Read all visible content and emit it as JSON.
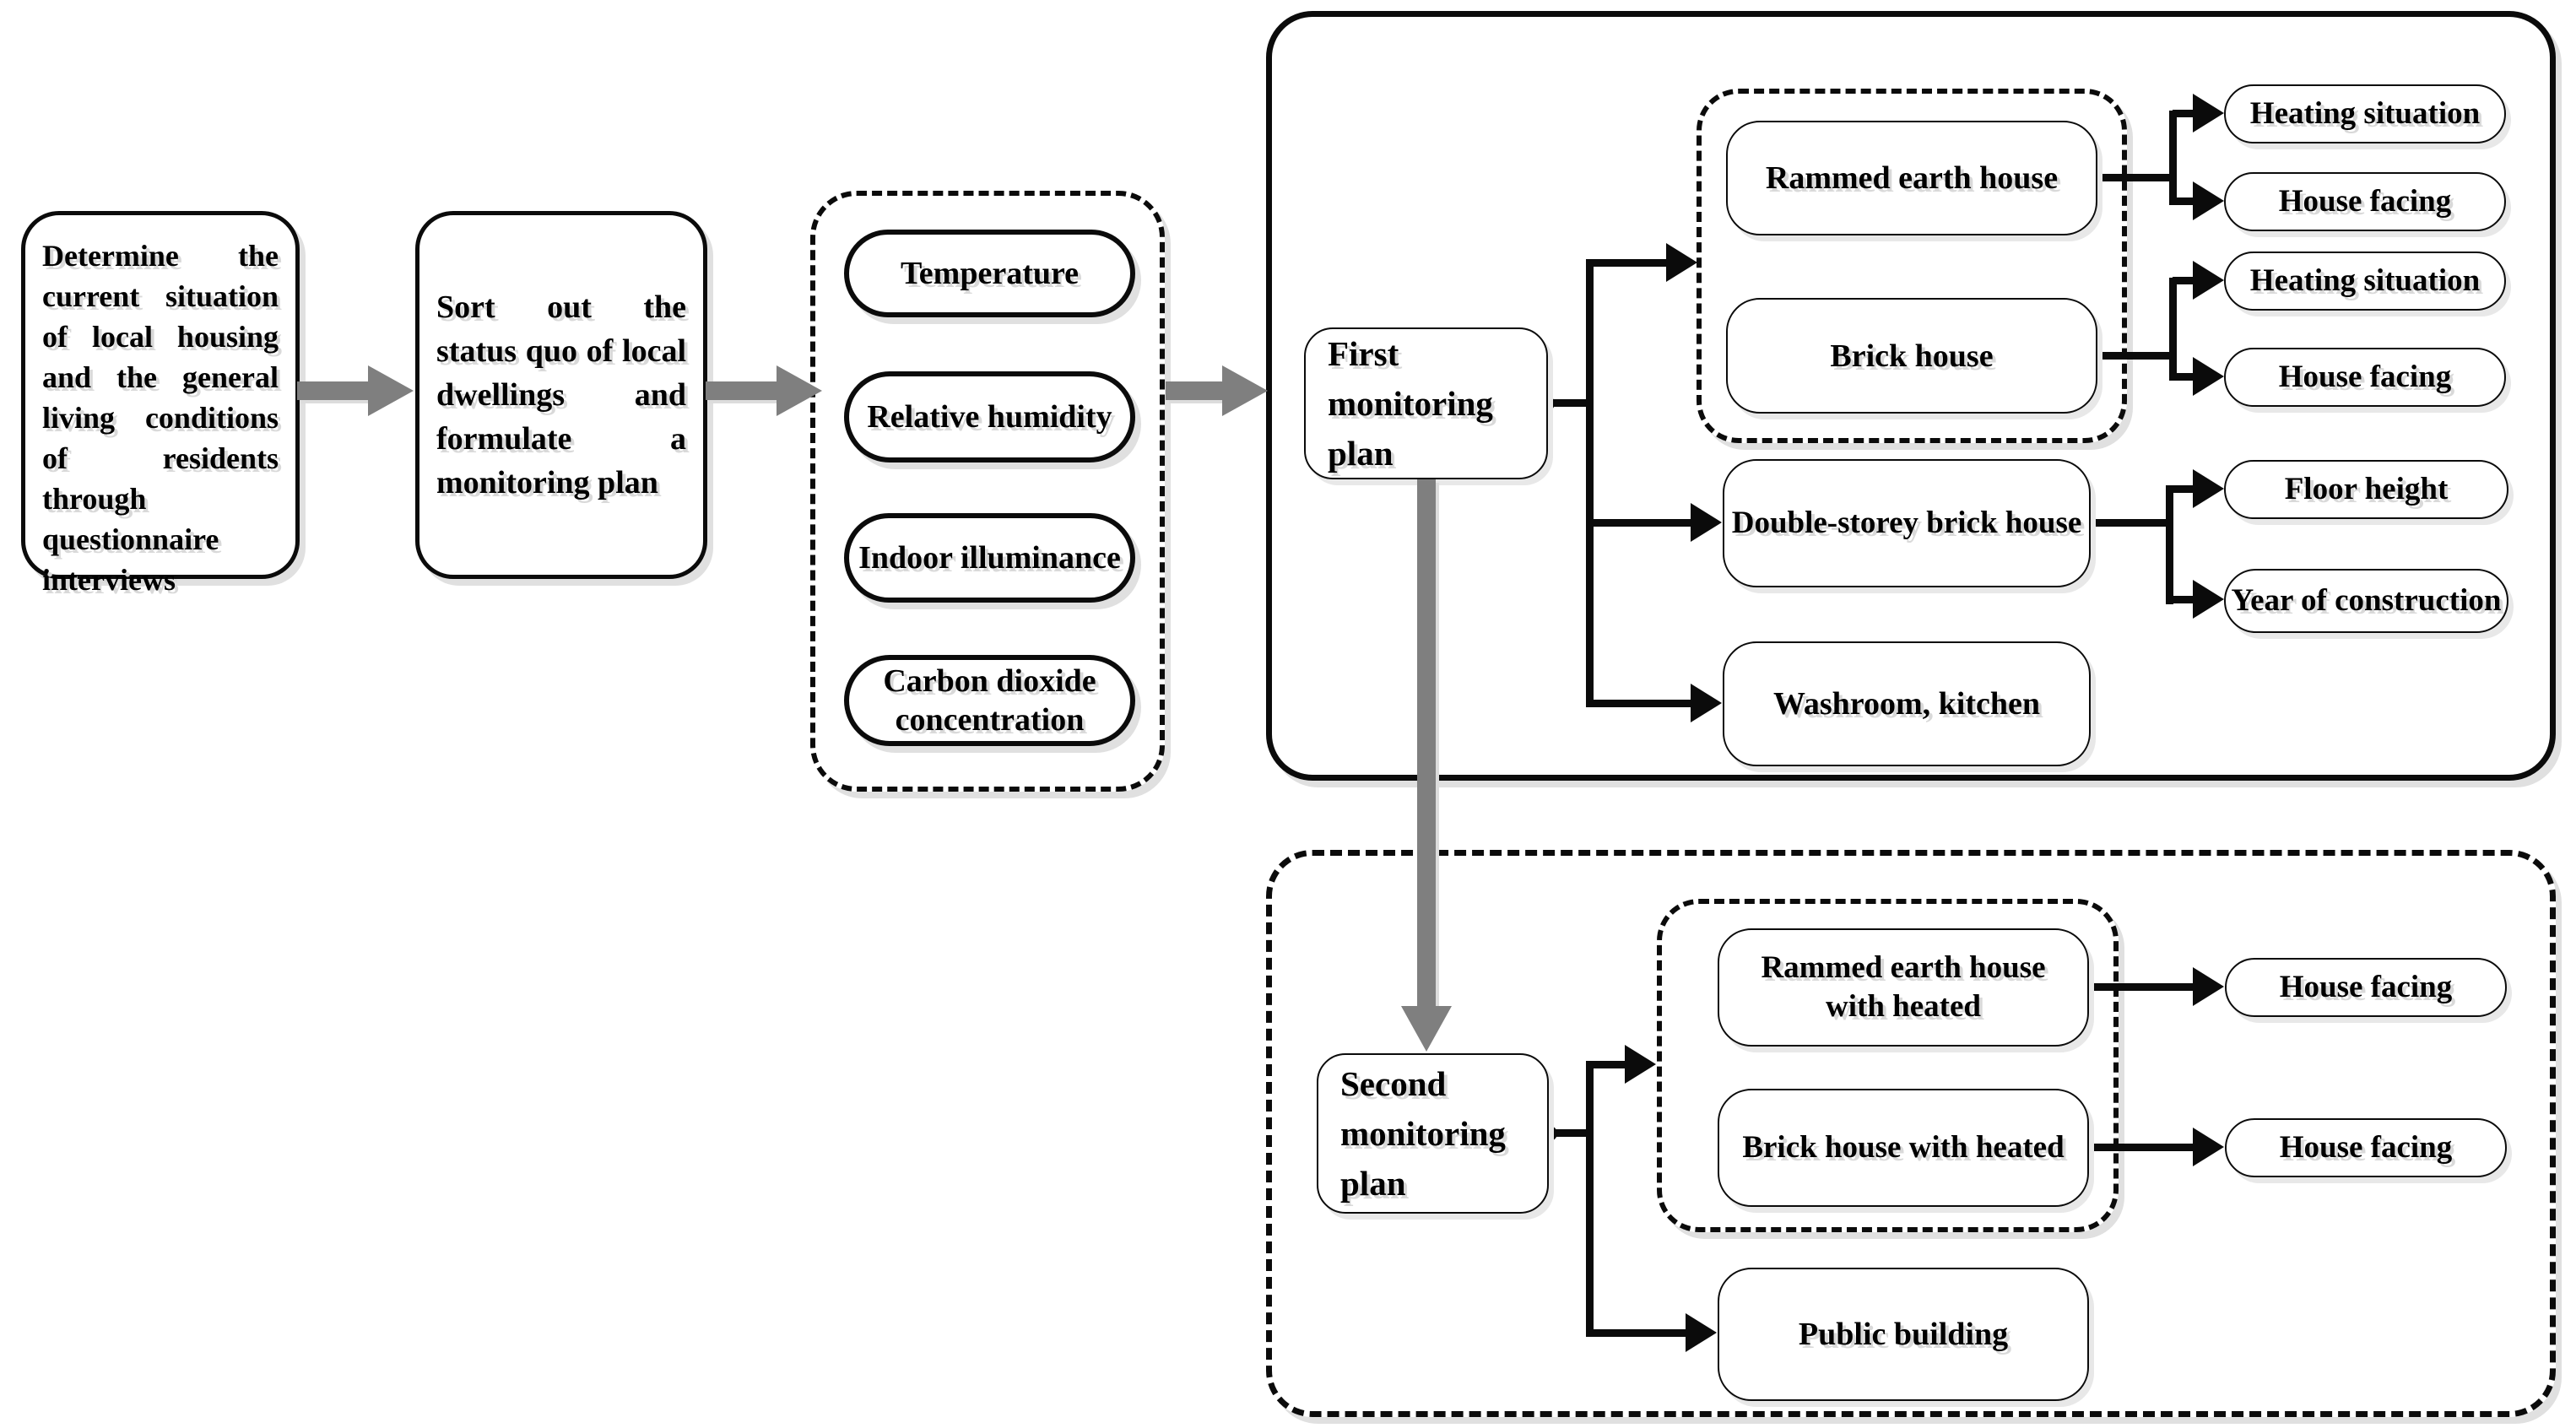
{
  "colors": {
    "line": "#0b0b0b",
    "flow_arrow": "#7f7f7f",
    "shadow": "#e0e0e0",
    "background": "#ffffff"
  },
  "nodes": {
    "stage1": "Determine the current situation of local housing and the general living conditions of residents through questionnaire interviews",
    "stage2": "Sort out the status quo of local dwellings and formulate a monitoring plan",
    "param_temperature": "Temperature",
    "param_humidity": "Relative humidity",
    "param_illuminance": "Indoor illuminance",
    "param_co2": "Carbon dioxide concentration",
    "first_plan": "First monitoring plan",
    "rammed_earth": "Rammed earth house",
    "brick_house": "Brick house",
    "heating_situation_1": "Heating situation",
    "house_facing_1": "House facing",
    "heating_situation_2": "Heating situation",
    "house_facing_2": "House facing",
    "double_storey": "Double-storey brick house",
    "floor_height": "Floor height",
    "year_construction": "Year of construction",
    "washroom": "Washroom, kitchen",
    "second_plan": "Second monitoring plan",
    "rammed_heated": "Rammed earth house with heated",
    "brick_heated": "Brick house with heated",
    "house_facing_b1": "House facing",
    "house_facing_b2": "House facing",
    "public_building": "Public building"
  }
}
